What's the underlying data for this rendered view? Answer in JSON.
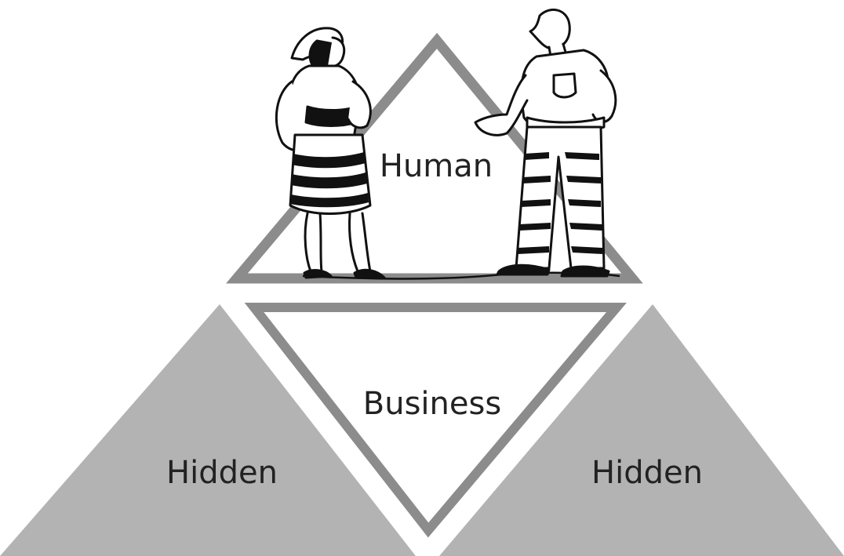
{
  "diagram": {
    "labels": {
      "top": "Human",
      "center": "Business",
      "left": "Hidden",
      "right": "Hidden"
    },
    "colors": {
      "background": "#ffffff",
      "outline_gray": "#8c8c8c",
      "hidden_fill": "#b3b3b3",
      "figure_ink": "#111111",
      "text": "#222222"
    },
    "illustration": {
      "figures": [
        "woman-figure",
        "man-figure"
      ]
    }
  }
}
